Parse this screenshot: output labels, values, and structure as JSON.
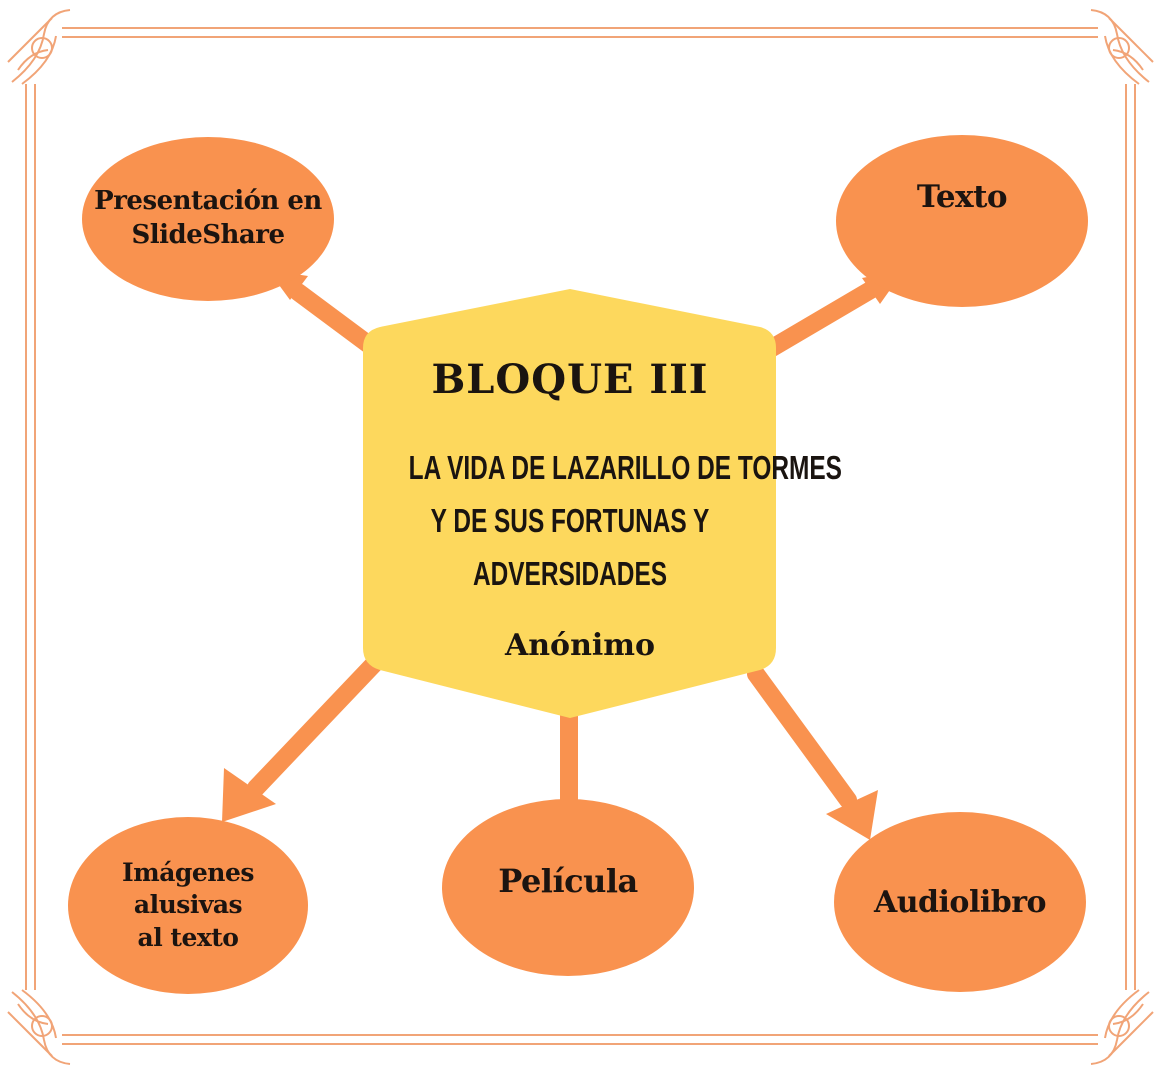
{
  "center": {
    "block": "BLOQUE  III",
    "title_lines": [
      "LA VIDA DE LAZARILLO DE TORMES",
      "Y DE SUS FORTUNAS Y",
      "ADVERSIDADES"
    ],
    "author": "Anónimo"
  },
  "nodes": {
    "presentation": [
      "Presentación en",
      "SlideShare"
    ],
    "text": "Texto",
    "images": [
      "Imágenes alusivas",
      "al texto"
    ],
    "movie": "Película",
    "audiobook": "Audiolibro"
  },
  "colors": {
    "node_fill": "#f9924f",
    "center_fill": "#fdd85d",
    "arrow": "#f9924f",
    "border": "#f1a477",
    "text": "#1c1410"
  }
}
